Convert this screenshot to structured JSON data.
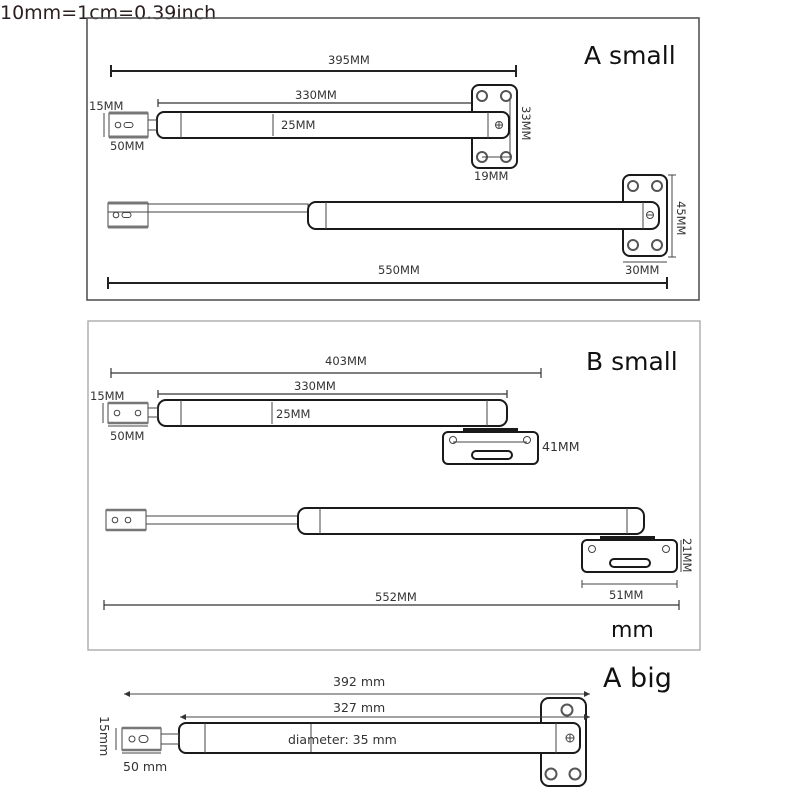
{
  "header": {
    "conversion_note": "10mm=1cm=0.39inch"
  },
  "panels": [
    {
      "title": "A small",
      "top": {
        "overall": "395MM",
        "body_length": "330MM",
        "body_diameter": "25MM",
        "end_height": "15MM",
        "end_length": "50MM",
        "bracket_height": "33MM",
        "bracket_width": "19MM"
      },
      "bottom": {
        "overall": "550MM",
        "bracket_height": "45MM",
        "bracket_width": "30MM"
      }
    },
    {
      "title": "B small",
      "top": {
        "overall": "403MM",
        "body_length": "330MM",
        "body_diameter": "25MM",
        "end_height": "15MM",
        "end_length": "50MM",
        "bracket_height": "41MM"
      },
      "bottom": {
        "overall": "552MM",
        "bracket_height": "21MM",
        "bracket_width": "51MM"
      },
      "unit_label": "mm"
    },
    {
      "title": "A big",
      "top": {
        "overall": "392 mm",
        "body_length": "327 mm",
        "body_diameter": "diameter: 35 mm",
        "end_height": "15mm",
        "end_length": "50 mm"
      }
    }
  ]
}
